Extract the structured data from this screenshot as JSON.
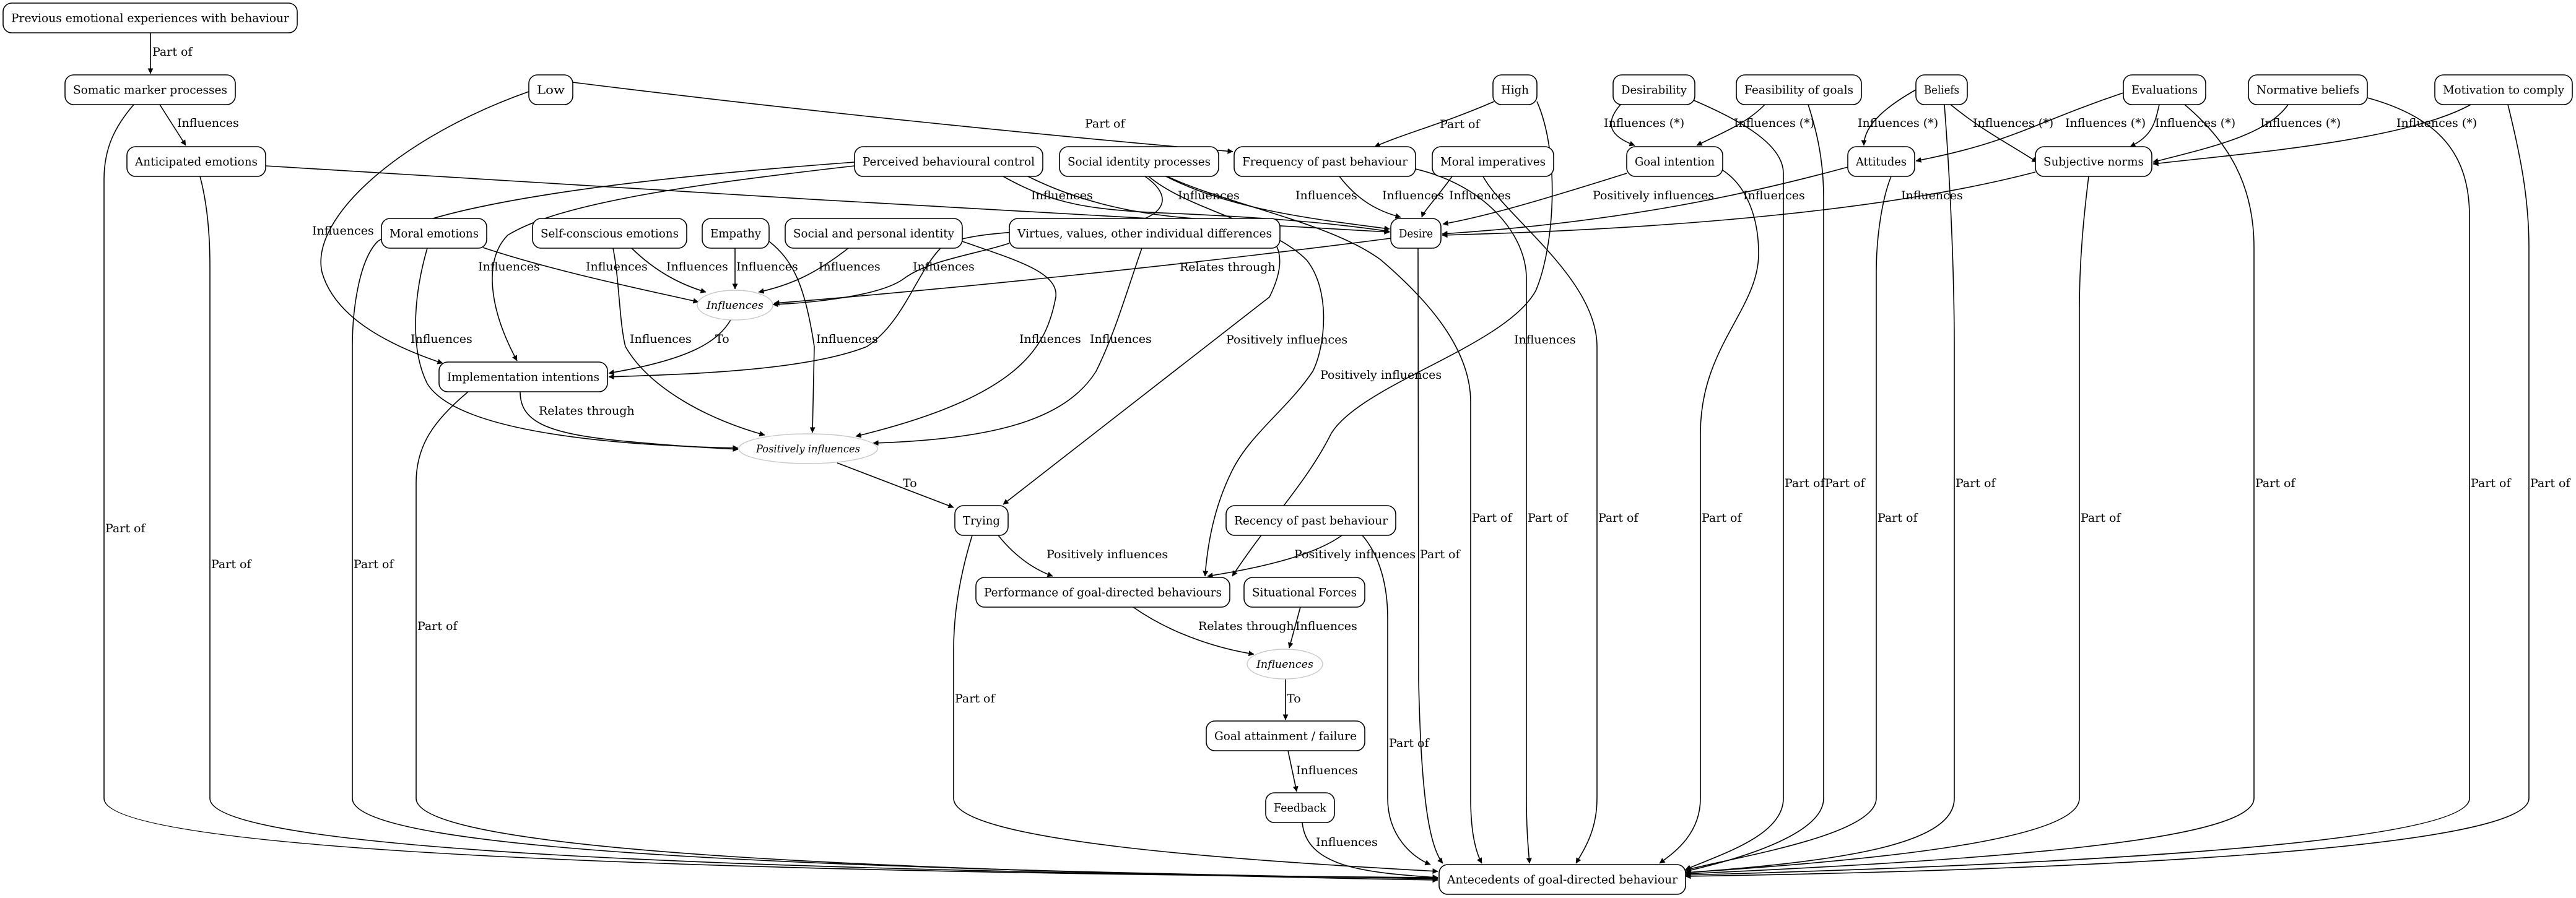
{
  "diagram": {
    "title": "Antecedents of goal-directed behaviour",
    "nodes": [
      {
        "id": "prev",
        "label": "Previous emotional experiences with behaviour"
      },
      {
        "id": "somatic",
        "label": "Somatic marker processes"
      },
      {
        "id": "anticipated",
        "label": "Anticipated emotions"
      },
      {
        "id": "low",
        "label": "Low"
      },
      {
        "id": "high",
        "label": "High"
      },
      {
        "id": "pbc",
        "label": "Perceived behavioural control"
      },
      {
        "id": "sip",
        "label": "Social identity processes"
      },
      {
        "id": "freq",
        "label": "Frequency of past behaviour"
      },
      {
        "id": "moralimp",
        "label": "Moral imperatives"
      },
      {
        "id": "desirability",
        "label": "Desirability"
      },
      {
        "id": "feasibility",
        "label": "Feasibility of goals"
      },
      {
        "id": "beliefs",
        "label": "Beliefs"
      },
      {
        "id": "evaluations",
        "label": "Evaluations"
      },
      {
        "id": "normbeliefs",
        "label": "Normative beliefs"
      },
      {
        "id": "motivation",
        "label": "Motivation to comply"
      },
      {
        "id": "goalint",
        "label": "Goal intention"
      },
      {
        "id": "attitudes",
        "label": "Attitudes"
      },
      {
        "id": "subjnorms",
        "label": "Subjective norms"
      },
      {
        "id": "moralemo",
        "label": "Moral emotions"
      },
      {
        "id": "selfcon",
        "label": "Self-conscious emotions"
      },
      {
        "id": "empathy",
        "label": "Empathy"
      },
      {
        "id": "spid",
        "label": "Social and personal identity"
      },
      {
        "id": "virtues",
        "label": "Virtues, values, other individual differences"
      },
      {
        "id": "desire",
        "label": "Desire"
      },
      {
        "id": "implint",
        "label": "Implementation intentions"
      },
      {
        "id": "trying",
        "label": "Trying"
      },
      {
        "id": "recency",
        "label": "Recency of past behaviour"
      },
      {
        "id": "perf",
        "label": "Performance of goal-directed behaviours"
      },
      {
        "id": "situational",
        "label": "Situational Forces"
      },
      {
        "id": "goalatt",
        "label": "Goal attainment / failure"
      },
      {
        "id": "feedback",
        "label": "Feedback"
      },
      {
        "id": "antecedents",
        "label": "Antecedents of goal-directed behaviour"
      }
    ],
    "junctions": [
      {
        "id": "j_infl1",
        "label": "Influences"
      },
      {
        "id": "j_posinf",
        "label": "Positively influences"
      },
      {
        "id": "j_infl2",
        "label": "Influences"
      }
    ],
    "edges": [
      {
        "from": "prev",
        "to": "somatic",
        "label": "Part of"
      },
      {
        "from": "somatic",
        "to": "anticipated",
        "label": "Influences"
      },
      {
        "from": "somatic",
        "to": "antecedents",
        "label": "Part of"
      },
      {
        "from": "anticipated",
        "to": "desire",
        "label": "Influences"
      },
      {
        "from": "anticipated",
        "to": "antecedents",
        "label": "Part of"
      },
      {
        "from": "low",
        "to": "freq",
        "label": "Part of"
      },
      {
        "from": "low",
        "to": "implint",
        "label": "Influences"
      },
      {
        "from": "high",
        "to": "freq",
        "label": "Part of"
      },
      {
        "from": "high",
        "to": "perf",
        "label": "Influences"
      },
      {
        "from": "pbc",
        "to": "desire",
        "label": "Influences"
      },
      {
        "from": "pbc",
        "to": "implint",
        "label": "Influences"
      },
      {
        "from": "pbc",
        "to": "antecedents",
        "label": "Part of"
      },
      {
        "from": "pbc",
        "to": "trying",
        "label": "Positively influences"
      },
      {
        "from": "sip",
        "to": "desire",
        "label": "Influences"
      },
      {
        "from": "sip",
        "to": "implint",
        "label": ""
      },
      {
        "from": "sip",
        "to": "perf",
        "label": "Positively influences"
      },
      {
        "from": "sip",
        "to": "antecedents",
        "label": "Part of"
      },
      {
        "from": "freq",
        "to": "desire",
        "label": "Influences"
      },
      {
        "from": "freq",
        "to": "antecedents",
        "label": "Part of"
      },
      {
        "from": "moralimp",
        "to": "desire",
        "label": "Influences"
      },
      {
        "from": "moralimp",
        "to": "antecedents",
        "label": "Part of"
      },
      {
        "from": "desirability",
        "to": "goalint",
        "label": "Influences (*)"
      },
      {
        "from": "desirability",
        "to": "antecedents",
        "label": "Part of"
      },
      {
        "from": "feasibility",
        "to": "goalint",
        "label": "Influences (*)"
      },
      {
        "from": "feasibility",
        "to": "antecedents",
        "label": "Part of"
      },
      {
        "from": "goalint",
        "to": "desire",
        "label": "Positively influences"
      },
      {
        "from": "goalint",
        "to": "antecedents",
        "label": "Part of"
      },
      {
        "from": "beliefs",
        "to": "attitudes",
        "label": "Influences (*)"
      },
      {
        "from": "beliefs",
        "to": "subjnorms",
        "label": "Influences (*)"
      },
      {
        "from": "beliefs",
        "to": "antecedents",
        "label": "Part of"
      },
      {
        "from": "evaluations",
        "to": "attitudes",
        "label": "Influences (*)"
      },
      {
        "from": "evaluations",
        "to": "subjnorms",
        "label": "Influences (*)"
      },
      {
        "from": "evaluations",
        "to": "antecedents",
        "label": "Part of"
      },
      {
        "from": "normbeliefs",
        "to": "subjnorms",
        "label": "Influences (*)"
      },
      {
        "from": "normbeliefs",
        "to": "antecedents",
        "label": "Part of"
      },
      {
        "from": "motivation",
        "to": "subjnorms",
        "label": "Influences (*)"
      },
      {
        "from": "motivation",
        "to": "antecedents",
        "label": "Part of"
      },
      {
        "from": "attitudes",
        "to": "desire",
        "label": "Influences"
      },
      {
        "from": "attitudes",
        "to": "antecedents",
        "label": "Part of"
      },
      {
        "from": "subjnorms",
        "to": "desire",
        "label": "Influences"
      },
      {
        "from": "subjnorms",
        "to": "antecedents",
        "label": "Part of"
      },
      {
        "from": "desire",
        "to": "j_infl1",
        "label": "Relates through"
      },
      {
        "from": "desire",
        "to": "antecedents",
        "label": "Part of"
      },
      {
        "from": "moralemo",
        "to": "j_infl1",
        "label": "Influences"
      },
      {
        "from": "moralemo",
        "to": "j_posinf",
        "label": "Influences"
      },
      {
        "from": "selfcon",
        "to": "j_infl1",
        "label": "Influences"
      },
      {
        "from": "selfcon",
        "to": "j_posinf",
        "label": "Influences"
      },
      {
        "from": "empathy",
        "to": "j_infl1",
        "label": "Influences"
      },
      {
        "from": "empathy",
        "to": "j_posinf",
        "label": "Influences"
      },
      {
        "from": "spid",
        "to": "j_infl1",
        "label": "Influences"
      },
      {
        "from": "spid",
        "to": "j_posinf",
        "label": "Influences"
      },
      {
        "from": "virtues",
        "to": "j_infl1",
        "label": "Influences"
      },
      {
        "from": "virtues",
        "to": "j_posinf",
        "label": "Influences"
      },
      {
        "from": "j_infl1",
        "to": "implint",
        "label": "To"
      },
      {
        "from": "implint",
        "to": "j_posinf",
        "label": "Relates through"
      },
      {
        "from": "implint",
        "to": "antecedents",
        "label": "Part of"
      },
      {
        "from": "j_posinf",
        "to": "trying",
        "label": "To"
      },
      {
        "from": "trying",
        "to": "perf",
        "label": "Positively influences"
      },
      {
        "from": "trying",
        "to": "antecedents",
        "label": "Part of"
      },
      {
        "from": "recency",
        "to": "perf",
        "label": "Positively influences"
      },
      {
        "from": "recency",
        "to": "antecedents",
        "label": "Part of"
      },
      {
        "from": "perf",
        "to": "j_infl2",
        "label": "Relates through"
      },
      {
        "from": "situational",
        "to": "j_infl2",
        "label": "Influences"
      },
      {
        "from": "j_infl2",
        "to": "goalatt",
        "label": "To"
      },
      {
        "from": "goalatt",
        "to": "feedback",
        "label": "Influences"
      },
      {
        "from": "feedback",
        "to": "antecedents",
        "label": "Influences"
      }
    ]
  }
}
